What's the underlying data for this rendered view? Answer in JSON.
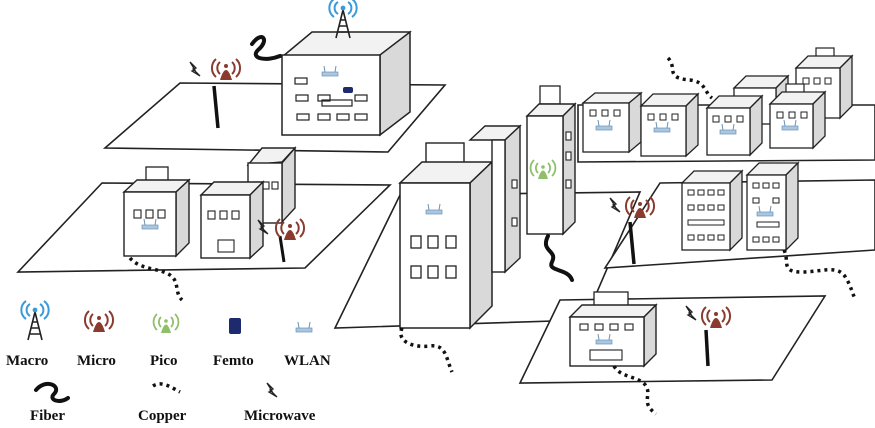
{
  "legend": {
    "macro": "Macro",
    "micro": "Micro",
    "pico": "Pico",
    "femto": "Femto",
    "wlan": "WLAN",
    "fiber": "Fiber",
    "copper": "Copper",
    "microwave": "Microwave"
  },
  "colors": {
    "macro": "#3a9ad9",
    "micro": "#8b3a2e",
    "pico": "#8fbf6a",
    "femto": "#1e2a6e",
    "wlan": "#7fb0d8",
    "ink": "#111111",
    "building_side": "#d9d9d9"
  },
  "icons": {
    "macro": "macro-cell-tower-icon",
    "micro": "micro-cell-antenna-icon",
    "pico": "pico-cell-antenna-icon",
    "femto": "femto-cell-box-icon",
    "wlan": "wlan-router-icon",
    "fiber": "fiber-link-icon",
    "copper": "copper-link-icon",
    "microwave": "microwave-link-icon"
  }
}
